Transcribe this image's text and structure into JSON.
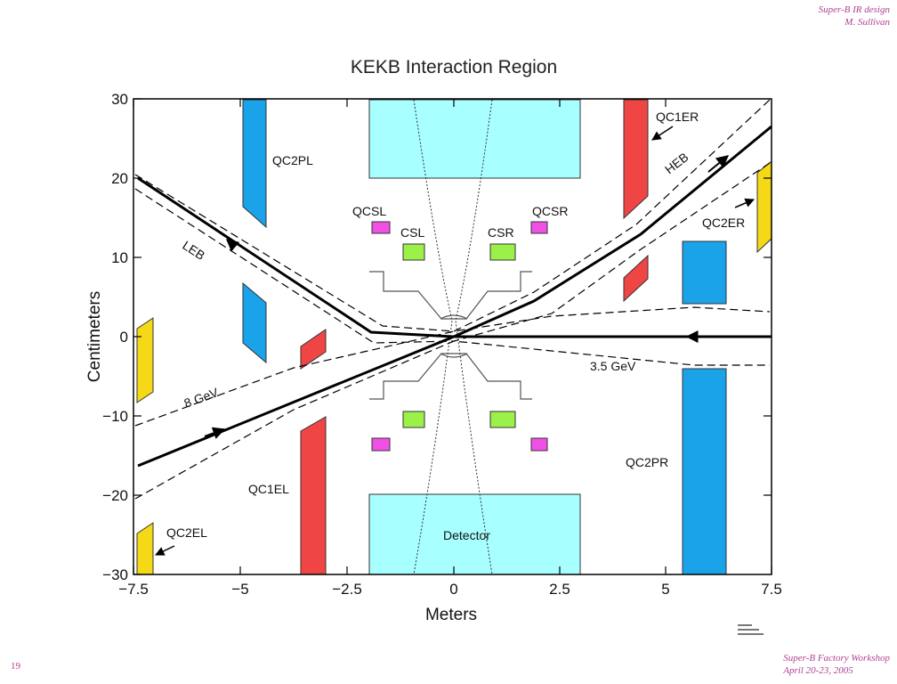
{
  "header": {
    "line1": "Super-B IR design",
    "line2": "M. Sullivan"
  },
  "footer": {
    "line1": "Super-B Factory Workshop",
    "line2": "April 20-23, 2005"
  },
  "page_number": "19",
  "figure": {
    "title": "KEKB Interaction Region",
    "xlabel": "Meters",
    "ylabel": "Centimeters",
    "x_ticks": [
      "−7.5",
      "−5",
      "−2.5",
      "0",
      "2.5",
      "5",
      "7.5"
    ],
    "y_ticks": [
      "30",
      "20",
      "10",
      "0",
      "−10",
      "−20",
      "−30"
    ],
    "labels": {
      "qc2pl": "QC2PL",
      "qc1er": "QC1ER",
      "heb": "HEB",
      "qc2er": "QC2ER",
      "qcsl": "QCSL",
      "qcsr": "QCSR",
      "csl": "CSL",
      "csr": "CSR",
      "leb": "LEB",
      "gev35": "3.5 GeV",
      "gev8": "8 GeV",
      "qc2pr": "QC2PR",
      "qc1el": "QC1EL",
      "qc2el": "QC2EL",
      "detector": "Detector"
    },
    "colors": {
      "detector": "#a8ffff",
      "qc2": "#1aa3e8",
      "qc1": "#f04545",
      "qcs": "#f050e6",
      "cs": "#9cf04a",
      "qc2e": "#f5d816"
    }
  }
}
